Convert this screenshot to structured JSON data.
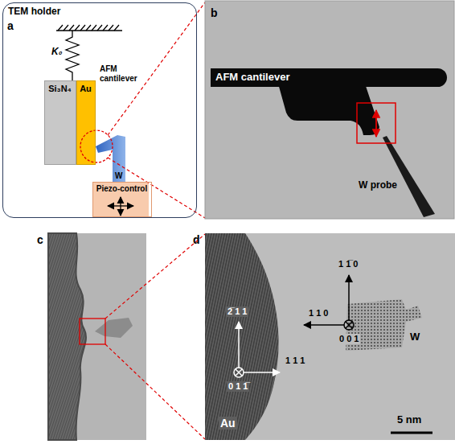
{
  "diagram": {
    "nodes": [
      {
        "text": [
          "TEM holder"
        ]
      },
      {
        "text": [
          "Si₃N₄"
        ],
        "in": 0
      },
      {
        "text": [
          "Au"
        ],
        "in": 0
      },
      {
        "text": [
          "Piezo-control"
        ],
        "in": 0
      },
      {
        "text": [
          "AFM cantilever"
        ]
      }
    ],
    "labels": [
      "a",
      "K₀",
      "AFM cantilever",
      "W",
      "b",
      "W probe",
      "c",
      "d",
      "2̅ 1 1",
      "0 1 1̅",
      "1 1 1",
      "1 1̅ 0",
      "1 1 0",
      "0 0 1",
      "W",
      "Au",
      "5 nm"
    ]
  }
}
